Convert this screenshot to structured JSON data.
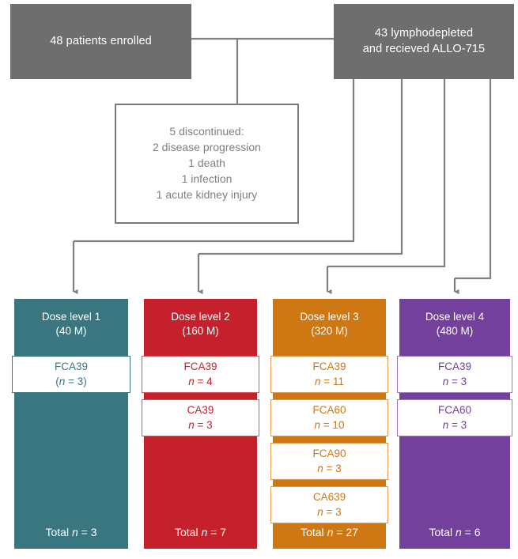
{
  "top_boxes": {
    "enrolled": {
      "lines": [
        "48 patients enrolled"
      ]
    },
    "lymphodepleted": {
      "lines": [
        "43 lymphodepleted",
        "and recieved ALLO-715"
      ]
    }
  },
  "discontinued": {
    "lines": [
      "5 discontinued:",
      "2 disease progression",
      "1 death",
      "1 infection",
      "1 acute kidney injury"
    ]
  },
  "dose_levels": [
    {
      "name": "Dose level 1",
      "dose": "(40 M)",
      "color": "#3a7680",
      "total_label": "Total ",
      "total_n": "n",
      "total_value": " = 3",
      "arms": [
        {
          "arm": "FCA39",
          "n_prefix": "(",
          "n_italic": "n",
          "n_value": " = 3)"
        }
      ]
    },
    {
      "name": "Dose level 2",
      "dose": "(160 M)",
      "color": "#c4212d",
      "total_label": "Total ",
      "total_n": "n",
      "total_value": " = 7",
      "arms": [
        {
          "arm": "FCA39",
          "n_prefix": "",
          "n_italic": "n",
          "n_value": " = 4"
        },
        {
          "arm": "CA39",
          "n_prefix": "",
          "n_italic": "n",
          "n_value": " = 3"
        }
      ]
    },
    {
      "name": "Dose level 3",
      "dose": "(320 M)",
      "color": "#cf7712",
      "total_label": "Total ",
      "total_n": "n",
      "total_value": " = 27",
      "arms": [
        {
          "arm": "FCA39",
          "n_prefix": "",
          "n_italic": "n",
          "n_value": " = 11"
        },
        {
          "arm": "FCA60",
          "n_prefix": "",
          "n_italic": "n",
          "n_value": " = 10"
        },
        {
          "arm": "FCA90",
          "n_prefix": "",
          "n_italic": "n",
          "n_value": " = 3"
        },
        {
          "arm": "CA639",
          "n_prefix": "",
          "n_italic": "n",
          "n_value": " = 3"
        }
      ]
    },
    {
      "name": "Dose level 4",
      "dose": "(480 M)",
      "color": "#73409c",
      "total_label": "Total ",
      "total_n": "n",
      "total_value": " = 6",
      "arms": [
        {
          "arm": "FCA39",
          "n_prefix": "",
          "n_italic": "n",
          "n_value": " = 3"
        },
        {
          "arm": "FCA60",
          "n_prefix": "",
          "n_italic": "n",
          "n_value": " = 3"
        }
      ]
    }
  ],
  "colors": {
    "gray_box": "#6e6e6e",
    "connector": "#808080",
    "discontinued_border": "#7a7a7a",
    "discontinued_text": "#808080"
  }
}
